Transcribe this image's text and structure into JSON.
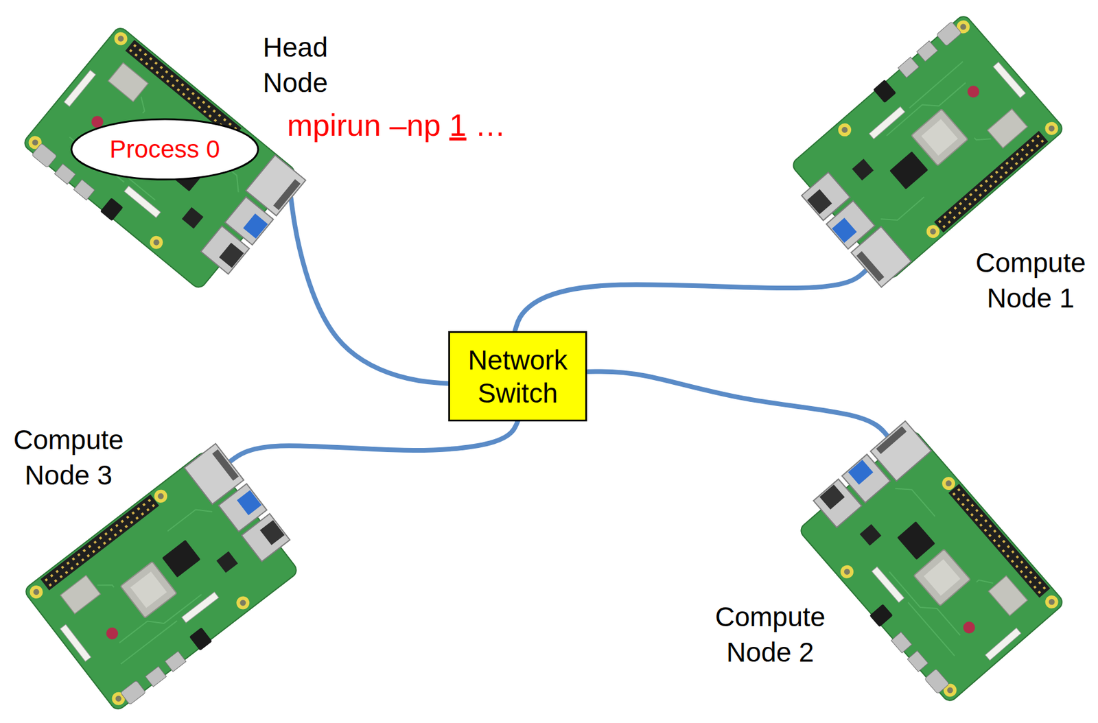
{
  "diagram": {
    "nodes": [
      {
        "text": [
          "Head Node"
        ]
      },
      {
        "text": [
          "Process 0"
        ],
        "in": 0
      },
      {
        "text": [
          "Compute Node 1"
        ]
      },
      {
        "text": [
          "Network Switch"
        ]
      },
      {
        "text": [
          "Compute Node 3"
        ]
      },
      {
        "text": [
          "Compute Node 2"
        ]
      }
    ],
    "edges": [
      {
        "from": 0,
        "to": 3,
        "arrow": "none"
      },
      {
        "from": 2,
        "to": 3,
        "arrow": "none"
      },
      {
        "from": 5,
        "to": 3,
        "arrow": "none"
      },
      {
        "from": 4,
        "to": 3,
        "arrow": "none"
      }
    ],
    "labels": [
      "mpirun –np",
      "1",
      "…"
    ]
  }
}
